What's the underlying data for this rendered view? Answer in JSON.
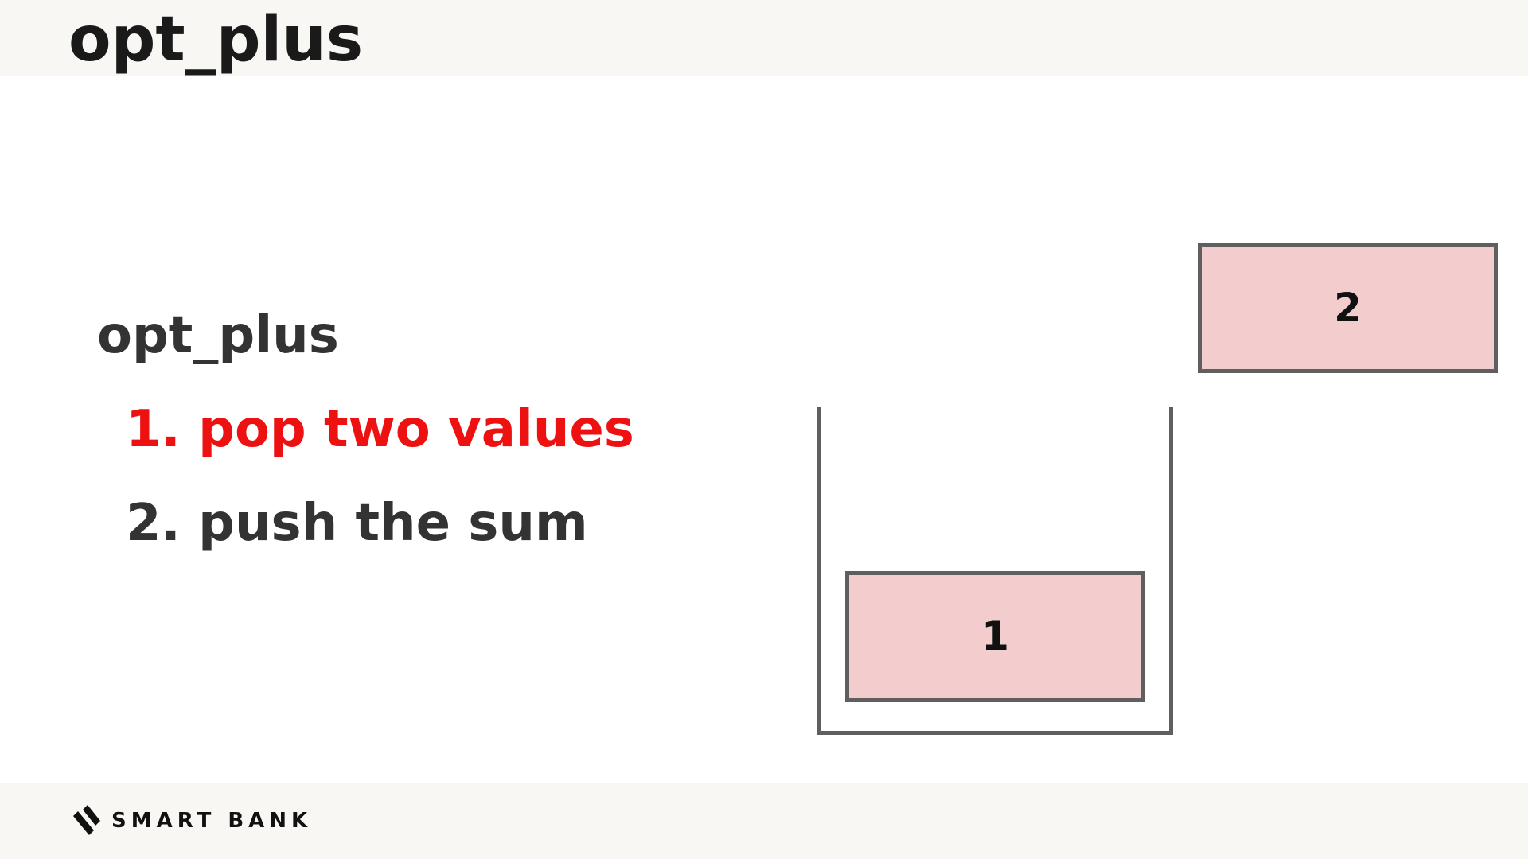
{
  "header": {
    "title": "opt_plus"
  },
  "content": {
    "heading": "opt_plus",
    "steps": [
      {
        "label": "1. pop two values",
        "color": "#ee1111"
      },
      {
        "label": "2. push the sum",
        "color": "#333333"
      }
    ]
  },
  "diagram": {
    "stack_values": [
      "1"
    ],
    "popped_value": "2",
    "box_fill": "#f3cdcd",
    "border_color": "#5f5f5f"
  },
  "footer": {
    "logo_text": "SMART BANK",
    "logo_icon": "smartbank-logo-icon"
  }
}
